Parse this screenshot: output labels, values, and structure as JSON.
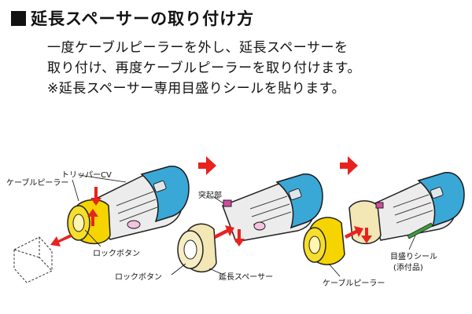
{
  "title": "延長スペーサーの取り付け方",
  "description": [
    "一度ケーブルピーラーを外し、延長スペーサーを",
    "取り付け、再度ケーブルピーラーを取り付けます。",
    "※延長スペーサー専用目盛りシールを貼ります。"
  ],
  "labels": {
    "stripper_cv": "トリッパーCV",
    "cable_peeler_1": "ケーブルピーラー",
    "lock_button_1": "ロックボタン",
    "protrusion": "突起部",
    "lock_button_2": "ロックボタン",
    "extension_spacer": "延長スペーサー",
    "cable_peeler_2": "ケーブルピーラー",
    "scale_sticker_line1": "目盛りシール",
    "scale_sticker_line2": "(添付品)"
  },
  "colors": {
    "arrow_red": "#e8231f",
    "yellow": "#f5d400",
    "cyan": "#3aa8d6",
    "cream": "#f2e7b5",
    "magenta": "#d24aa0",
    "green": "#3c9a3c"
  },
  "icons": [
    "step-arrow-icon",
    "step-arrow-icon"
  ]
}
